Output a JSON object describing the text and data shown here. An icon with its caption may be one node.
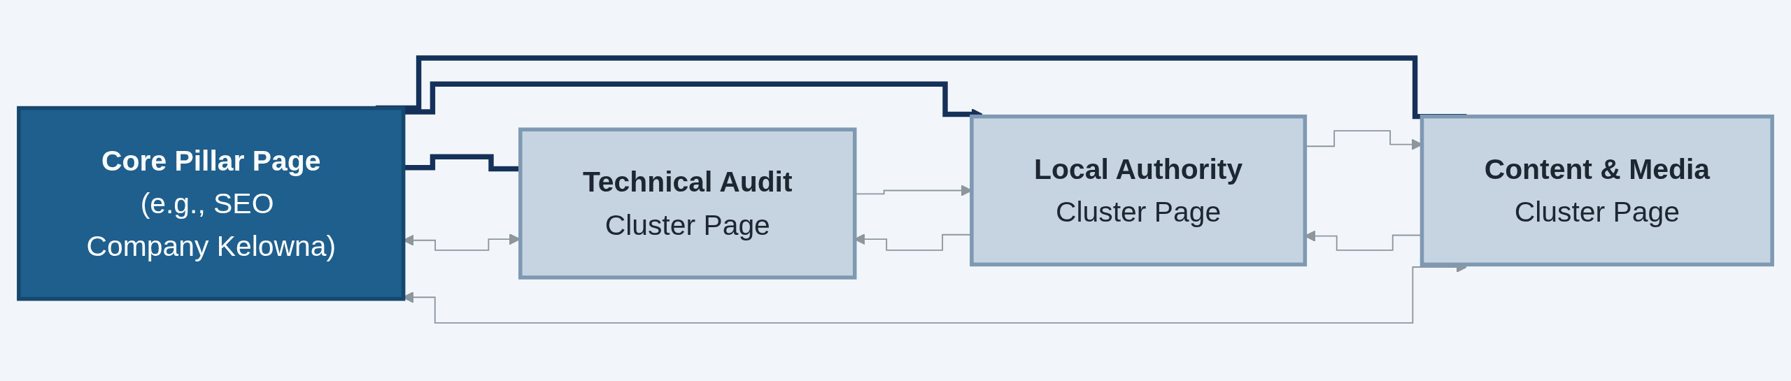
{
  "diagram": {
    "nodes": [
      {
        "text": [
          "Core Pillar Page",
          "(e.g., SEO Company Kelowna)"
        ]
      },
      {
        "text": [
          "Technical Audit",
          "Cluster Page"
        ]
      },
      {
        "text": [
          "Local Authority",
          "Cluster Page"
        ]
      },
      {
        "text": [
          "Content & Media",
          "Cluster Page"
        ]
      }
    ],
    "edges": [
      {
        "from": 0,
        "to": 1,
        "arrow": "none",
        "style": "thick",
        "color": "#15315a"
      },
      {
        "from": 0,
        "to": 2,
        "arrow": "to",
        "style": "thick",
        "color": "#15315a"
      },
      {
        "from": 0,
        "to": 3,
        "arrow": "none",
        "style": "thick",
        "color": "#15315a"
      },
      {
        "from": 1,
        "to": 0,
        "arrow": "both"
      },
      {
        "from": 1,
        "to": 2,
        "arrow": "to"
      },
      {
        "from": 2,
        "to": 1,
        "arrow": "to"
      },
      {
        "from": 2,
        "to": 3,
        "arrow": "to"
      },
      {
        "from": 3,
        "to": 2,
        "arrow": "to"
      },
      {
        "from": 3,
        "to": 0,
        "arrow": "both"
      }
    ]
  }
}
